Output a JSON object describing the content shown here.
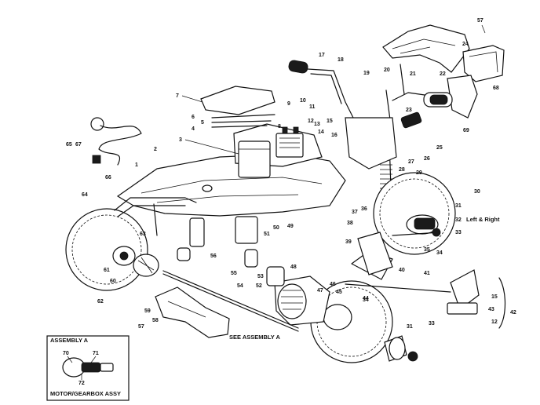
{
  "diagram": {
    "callouts": [
      "57",
      "24",
      "68",
      "17",
      "18",
      "19",
      "20",
      "21",
      "22",
      "23",
      "69",
      "7",
      "6",
      "5",
      "4",
      "3",
      "10",
      "11",
      "12",
      "13",
      "14",
      "15",
      "16",
      "8",
      "9",
      "2",
      "1",
      "65",
      "64",
      "66",
      "63",
      "25",
      "26",
      "27",
      "28",
      "29",
      "30",
      "31",
      "32",
      "33",
      "34",
      "35",
      "36",
      "37",
      "38",
      "39",
      "40",
      "41",
      "42",
      "43",
      "44",
      "45",
      "46",
      "47",
      "48",
      "49",
      "50",
      "51",
      "52",
      "53",
      "54",
      "55",
      "56",
      "58",
      "59",
      "60",
      "61",
      "62",
      "67"
    ],
    "side_label": "Left & Right",
    "see_assembly_label": "SEE ASSEMBLY A",
    "inset": {
      "title": "ASSEMBLY A",
      "callouts": [
        "70",
        "71",
        "72"
      ],
      "caption": "MOTOR/GEARBOX ASSY"
    }
  }
}
